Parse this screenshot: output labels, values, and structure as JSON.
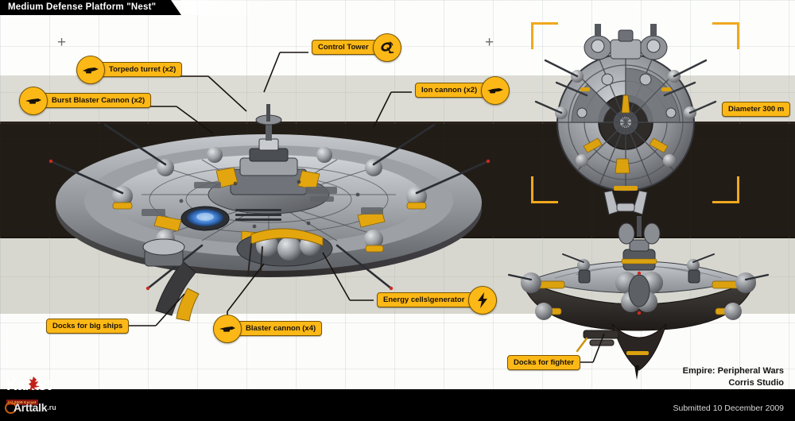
{
  "titlebar": {
    "title": "Medium Defense Platform \"Nest\""
  },
  "callouts": [
    {
      "id": "torpedo-turret",
      "label": "Torpedo turret (x2)",
      "icon": "cannon-icon",
      "icon_side": "left"
    },
    {
      "id": "burst-blaster-cannon",
      "label": "Burst Blaster Cannon (x2)",
      "icon": "cannon-icon",
      "icon_side": "left"
    },
    {
      "id": "control-tower",
      "label": "Control Tower",
      "icon": "satellite-icon",
      "icon_side": "right"
    },
    {
      "id": "ion-cannon",
      "label": "Ion cannon (x2)",
      "icon": "cannon-icon",
      "icon_side": "right"
    },
    {
      "id": "energy-cells",
      "label": "Energy cells\\generator",
      "icon": "lightning-icon",
      "icon_side": "right"
    },
    {
      "id": "blaster-cannon",
      "label": "Blaster cannon (x4)",
      "icon": "cannon-icon",
      "icon_side": "left"
    },
    {
      "id": "docks-big-ships",
      "label": "Docks for big ships",
      "icon": "none",
      "icon_side": "none"
    },
    {
      "id": "docks-fighter",
      "label": "Docks for fighter",
      "icon": "none",
      "icon_side": "none"
    },
    {
      "id": "diameter",
      "label": "Diameter 300 m",
      "icon": "none",
      "icon_side": "none"
    }
  ],
  "credits": {
    "line1": "Empire: Peripheral Wars",
    "line2": "Corris Studio"
  },
  "footer": {
    "submitted": "Submitted 10 December 2009"
  },
  "watermarks": {
    "karast_main": "Karast",
    "karast_sub": "(c) 2009 Karast",
    "arttalk_name": "Arttalk",
    "arttalk_tld": ".ru"
  },
  "colors": {
    "accent_yellow": "#fcb816",
    "bracket_yellow": "#f0a81e",
    "dark_band": "#231c18",
    "grey_band": "#dcdcd4",
    "hull_light": "#b9bcc0",
    "hull_mid": "#7c8086",
    "hull_dark": "#3a3a3c",
    "hull_black": "#241f1d",
    "glow_blue": "#3f7fd4",
    "marker_red": "#cc2b1e"
  }
}
